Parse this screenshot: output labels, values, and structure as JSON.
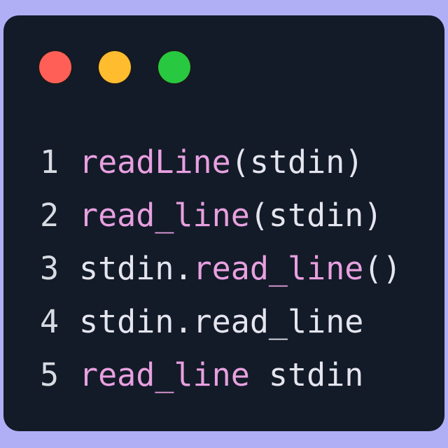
{
  "colors": {
    "background": "#b0aff6",
    "card": "#131b28",
    "close": "#ff5f57",
    "minimize": "#febc2e",
    "maximize": "#28c840",
    "function": "#e8a0e0",
    "text": "#e4e5ee"
  },
  "lines": [
    {
      "number": "1",
      "segments": [
        {
          "text": "readLine",
          "hl": true
        },
        {
          "text": "(stdin)",
          "hl": false
        }
      ]
    },
    {
      "number": "2",
      "segments": [
        {
          "text": "read_line",
          "hl": true
        },
        {
          "text": "(stdin)",
          "hl": false
        }
      ]
    },
    {
      "number": "3",
      "segments": [
        {
          "text": "stdin.",
          "hl": false
        },
        {
          "text": "read_line",
          "hl": true
        },
        {
          "text": "()",
          "hl": false
        }
      ]
    },
    {
      "number": "4",
      "segments": [
        {
          "text": "stdin.read_line",
          "hl": false
        }
      ]
    },
    {
      "number": "5",
      "segments": [
        {
          "text": "read_line",
          "hl": true
        },
        {
          "text": " stdin",
          "hl": false
        }
      ]
    }
  ]
}
